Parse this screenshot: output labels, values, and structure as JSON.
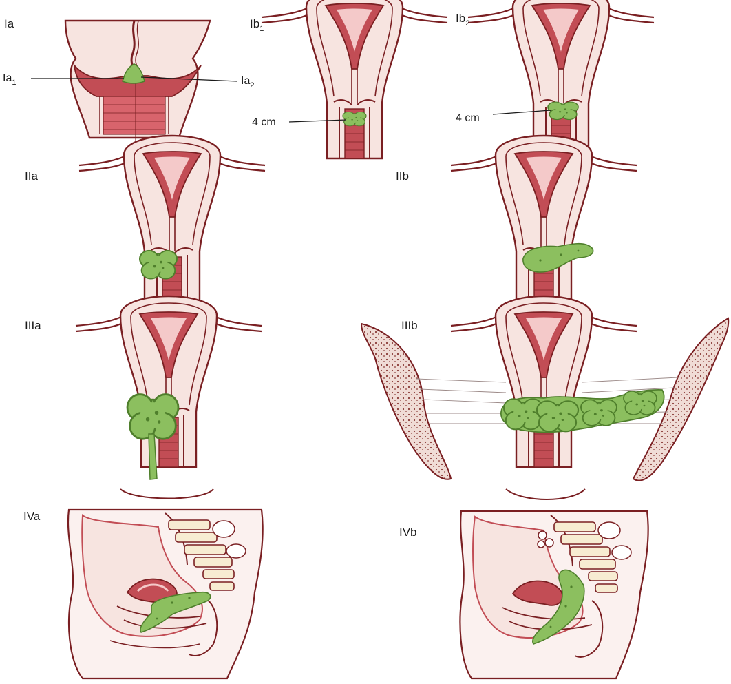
{
  "colors": {
    "outline": "#7a1f22",
    "tissue": "#f7e4e0",
    "mucosa": "#c24d55",
    "tumor": "#8cbf5f",
    "tumor_outline": "#4f7f2c",
    "bone": "#f0dcd6",
    "bone_dots": "#8a3a36"
  },
  "icons": [
    "uterus-cervix-anatomy",
    "tumor-lesion",
    "pelvic-bone",
    "sagittal-pelvis"
  ],
  "panels": {
    "ia": {
      "label": "Ia",
      "sub": "",
      "ann_left": "Ia",
      "ann_left_sub": "1",
      "ann_right": "Ia",
      "ann_right_sub": "2"
    },
    "ib1": {
      "label": "Ib",
      "sub": "1",
      "ann": "4 cm"
    },
    "ib2": {
      "label": "Ib",
      "sub": "2",
      "ann": "4 cm"
    },
    "iia": {
      "label": "IIa"
    },
    "iib": {
      "label": "IIb"
    },
    "iiia": {
      "label": "IIIa"
    },
    "iiib": {
      "label": "IIIb"
    },
    "iva": {
      "label": "IVa"
    },
    "ivb": {
      "label": "IVb"
    }
  }
}
